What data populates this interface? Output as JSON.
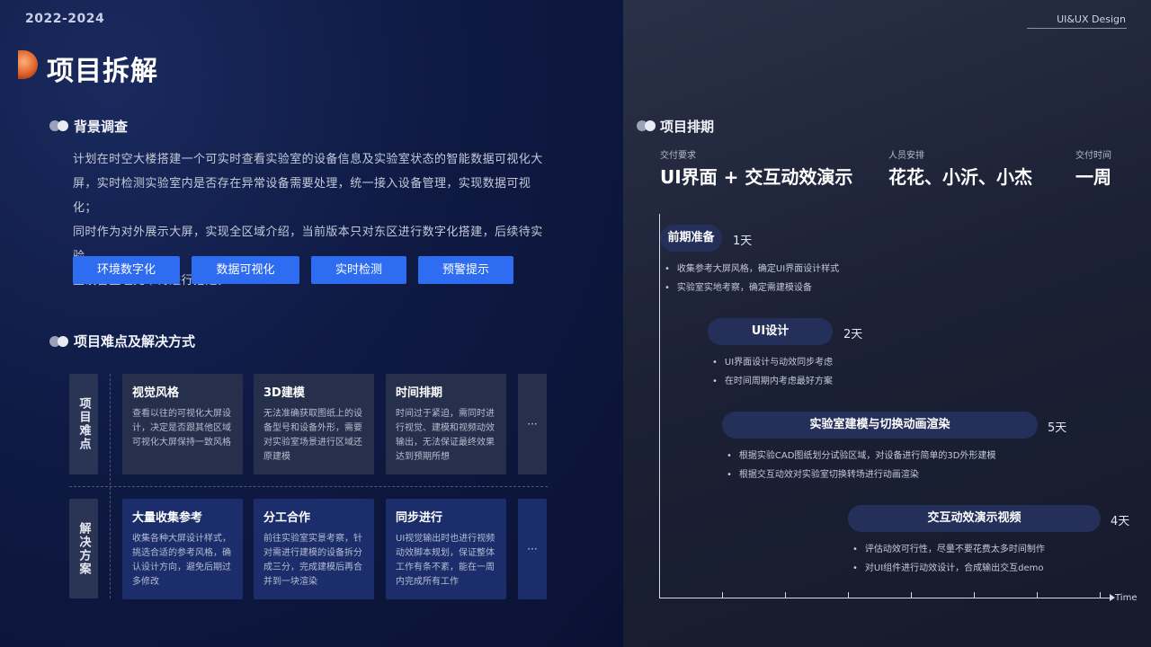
{
  "header": {
    "year": "2022-2024",
    "brand": "UI&UX Design",
    "page_title": "项目拆解"
  },
  "background": {
    "title": "背景调查",
    "lines": [
      "计划在时空大楼搭建一个可实时查看实验室的设备信息及实验室状态的智能数据可视化大",
      "屏，实时检测实验室内是否存在异常设备需要处理，统一接入设备管理，实现数据可视化；",
      "同时作为对外展示大屏，实现全区域介绍，当前版本只对东区进行数字化搭建，后续待实验",
      "室设备整理完毕再进行搭建。"
    ],
    "tags": [
      "环境数字化",
      "数据可视化",
      "实时检测",
      "预警提示"
    ]
  },
  "difficulty": {
    "title": "项目难点及解决方式",
    "row1_label": "项目难点",
    "row2_label": "解决方案",
    "more": "···",
    "row1": [
      {
        "title": "视觉风格",
        "text": "查看以往的可视化大屏设计，决定是否跟其他区域可视化大屏保持一致风格"
      },
      {
        "title": "3D建模",
        "text": "无法准确获取图纸上的设备型号和设备外形，需要对实验室场景进行区域还原建模"
      },
      {
        "title": "时间排期",
        "text": "时间过于紧迫，需同时进行视觉、建模和视频动效输出，无法保证最终效果达到预期所想"
      }
    ],
    "row2": [
      {
        "title": "大量收集参考",
        "text": "收集各种大屏设计样式，挑选合适的参考风格，确认设计方向，避免后期过多修改"
      },
      {
        "title": "分工合作",
        "text": "前往实验室实景考察，针对需进行建模的设备拆分成三分，完成建模后再合并到一块渲染"
      },
      {
        "title": "同步进行",
        "text": "UI视觉输出时也进行视频动效脚本规划，保证整体工作有条不紊，能在一周内完成所有工作"
      }
    ]
  },
  "schedule": {
    "title": "项目排期",
    "deliverable_label": "交付要求",
    "deliverable": "UI界面 + 交互动效演示",
    "staff_label": "人员安排",
    "staff": "花花、小沂、小杰",
    "time_label": "交付时间",
    "time": "一周",
    "axis_label": "Time",
    "phases": [
      {
        "name": "前期准备",
        "duration": "1天",
        "bullets": [
          "收集参考大屏风格，确定UI界面设计样式",
          "实验室实地考察，确定需建模设备"
        ]
      },
      {
        "name": "UI设计",
        "duration": "2天",
        "bullets": [
          "UI界面设计与动效同步考虑",
          "在时间周期内考虑最好方案"
        ]
      },
      {
        "name": "实验室建模与切换动画渲染",
        "duration": "5天",
        "bullets": [
          "根据实验CAD图纸划分试验区域，对设备进行简单的3D外形建模",
          "根据交互动效对实验室切换转场进行动画渲染"
        ]
      },
      {
        "name": "交互动效演示视频",
        "duration": "4天",
        "bullets": [
          "评估动效可行性，尽量不要花费太多时间制作",
          "对UI组件进行动效设计，合成输出交互demo"
        ]
      }
    ]
  },
  "colors": {
    "accent": "#2e6cf2",
    "phase_bg": "#25305a",
    "orb": "#e0622a"
  }
}
